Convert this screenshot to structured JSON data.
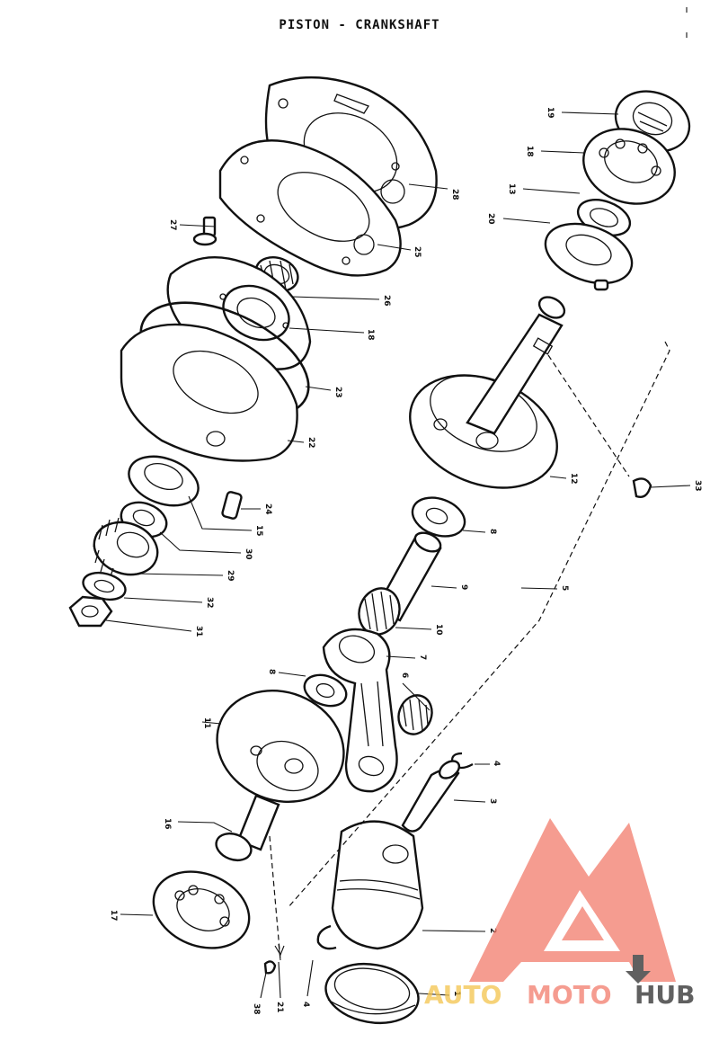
{
  "title": "PISTON - CRANKSHAFT",
  "labels": [
    {
      "id": "callout-28-top",
      "text": "28"
    },
    {
      "id": "callout-25",
      "text": "25"
    },
    {
      "id": "callout-27",
      "text": "27"
    },
    {
      "id": "callout-26",
      "text": "26"
    },
    {
      "id": "callout-18-left",
      "text": "18"
    },
    {
      "id": "callout-23",
      "text": "23"
    },
    {
      "id": "callout-22",
      "text": "22"
    },
    {
      "id": "callout-24",
      "text": "24"
    },
    {
      "id": "callout-15",
      "text": "15"
    },
    {
      "id": "callout-30",
      "text": "30"
    },
    {
      "id": "callout-29",
      "text": "29"
    },
    {
      "id": "callout-32",
      "text": "32"
    },
    {
      "id": "callout-31",
      "text": "31"
    },
    {
      "id": "callout-19",
      "text": "19"
    },
    {
      "id": "callout-18-right",
      "text": "18"
    },
    {
      "id": "callout-13",
      "text": "13"
    },
    {
      "id": "callout-20",
      "text": "20"
    },
    {
      "id": "callout-12",
      "text": "12"
    },
    {
      "id": "callout-33",
      "text": "33"
    },
    {
      "id": "callout-8-washer",
      "text": "8"
    },
    {
      "id": "callout-9",
      "text": "9"
    },
    {
      "id": "callout-5",
      "text": "5"
    },
    {
      "id": "callout-10",
      "text": "10"
    },
    {
      "id": "callout-7",
      "text": "7"
    },
    {
      "id": "callout-8-left",
      "text": "8"
    },
    {
      "id": "callout-6",
      "text": "6"
    },
    {
      "id": "callout-11",
      "text": "11"
    },
    {
      "id": "callout-4-clip",
      "text": "4"
    },
    {
      "id": "callout-3",
      "text": "3"
    },
    {
      "id": "callout-16",
      "text": "16"
    },
    {
      "id": "callout-17",
      "text": "17"
    },
    {
      "id": "callout-2",
      "text": "2"
    },
    {
      "id": "callout-4-bottom",
      "text": "4"
    },
    {
      "id": "callout-21",
      "text": "21"
    },
    {
      "id": "callout-38",
      "text": "38"
    },
    {
      "id": "callout-1",
      "text": "1"
    }
  ],
  "watermark": {
    "brand_a": "AUTO",
    "brand_b": "MOTO",
    "brand_c": "HUB",
    "colors": {
      "accent": "#f27b6b",
      "gold": "#f3c34b",
      "dark": "#2b2b2b"
    }
  }
}
